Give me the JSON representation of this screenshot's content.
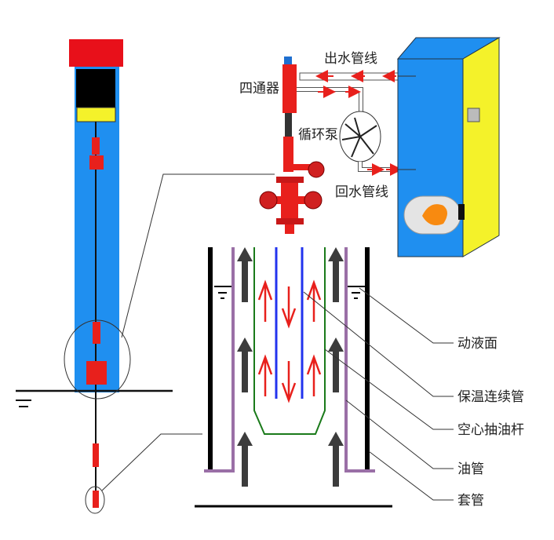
{
  "labels": {
    "outlet_line": "出水管线",
    "four_way": "四通器",
    "circulation_pump": "循环泵",
    "return_line": "回水管线",
    "fluid_level": "动液面",
    "insulated_coiled_tubing": "保温连续管",
    "hollow_sucker_rod": "空心抽油杆",
    "oil_tubing": "油管",
    "casing": "套管"
  },
  "colors": {
    "wellhead_red": "#e8201c",
    "column_blue": "#1f8ff0",
    "heater_yellow": "#f4f22a",
    "tubing_purple": "#9a6fa6",
    "rod_green": "#1a7a1a",
    "pipe_blue": "#2233ee",
    "flow_gray": "#3c3c3c"
  }
}
